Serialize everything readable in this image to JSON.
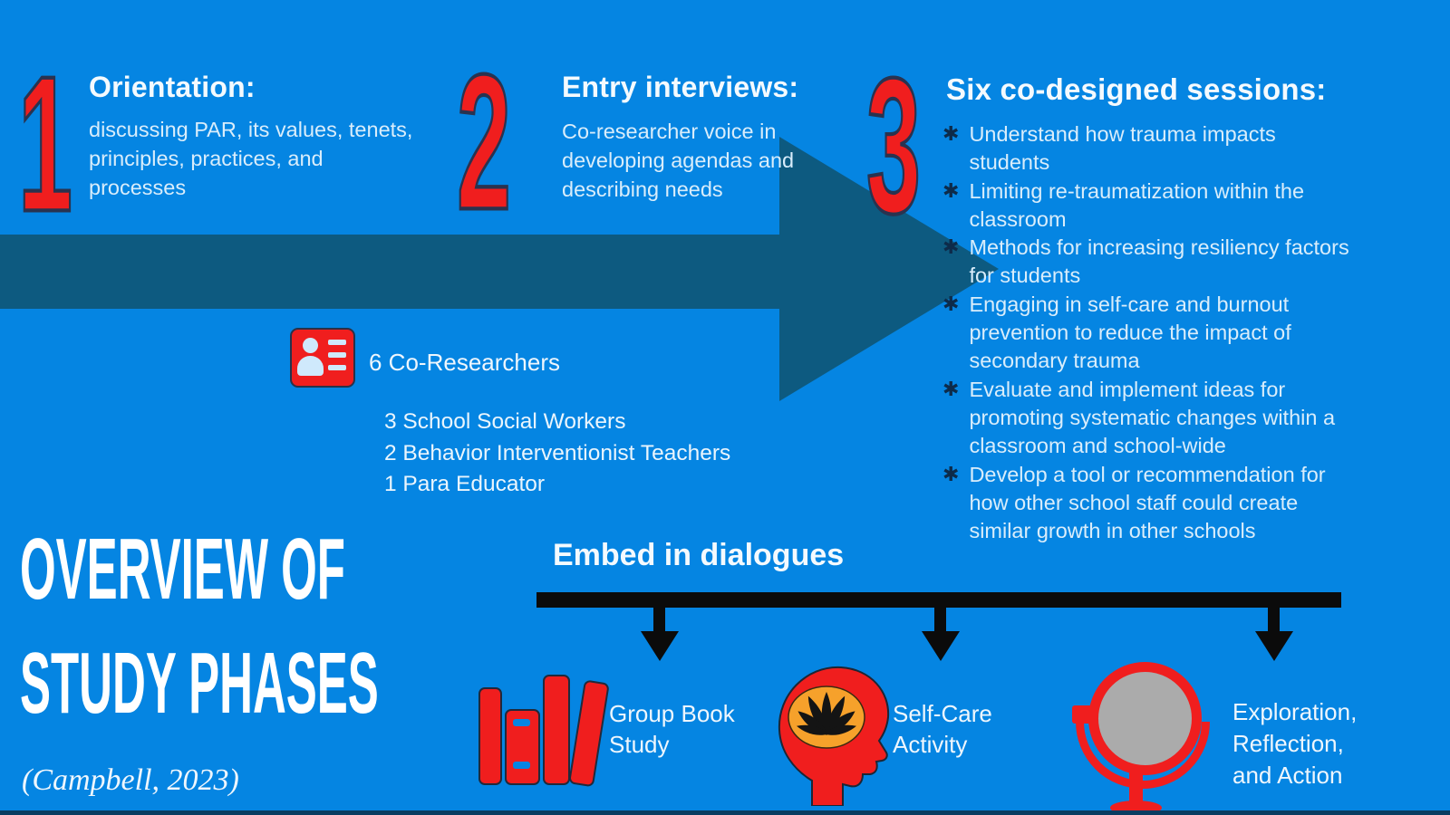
{
  "colors": {
    "background": "#0585e2",
    "arrow_band": "#0d5a80",
    "accent_red": "#f01e1e",
    "timeline_black": "#0b0b0b",
    "lotus_orange": "#f6a12b",
    "mirror_gray": "#ababab",
    "bullet_navy": "#0d2b4a",
    "bottom_strip": "#093c61"
  },
  "phases": [
    {
      "number": "1",
      "title": "Orientation:",
      "body": "discussing PAR, its values, tenets,\nprinciples, practices, and\nprocesses"
    },
    {
      "number": "2",
      "title": "Entry interviews:",
      "body": "Co-researcher voice in\ndeveloping agendas and\ndescribing needs"
    },
    {
      "number": "3",
      "title": "Six co-designed sessions:",
      "bullet_glyph": "✱",
      "bullets": [
        "Understand how trauma impacts\nstudents",
        "Limiting re-traumatization within the\nclassroom",
        "Methods for increasing resiliency factors\nfor students",
        "Engaging in self-care and burnout\nprevention to reduce the impact of\nsecondary trauma",
        "Evaluate and implement ideas for\npromoting systematic changes within a\nclassroom and school-wide",
        "Develop a tool or recommendation for\nhow other school staff could create\nsimilar growth in other schools"
      ]
    }
  ],
  "co_researchers": {
    "icon": "id-card-icon",
    "heading": "6 Co-Researchers",
    "breakdown": [
      "3 School Social Workers",
      "2 Behavior Interventionist Teachers",
      "1 Para Educator"
    ]
  },
  "main_title": {
    "line1": "OVERVIEW OF",
    "line2": "STUDY PHASES",
    "citation": "(Campbell, 2023)"
  },
  "dialogues": {
    "heading": "Embed in dialogues",
    "items": [
      {
        "icon": "books-icon",
        "label": "Group Book\nStudy"
      },
      {
        "icon": "head-lotus-icon",
        "label": "Self-Care\nActivity"
      },
      {
        "icon": "mirror-icon",
        "label": "Exploration,\nReflection,\nand Action"
      }
    ]
  }
}
